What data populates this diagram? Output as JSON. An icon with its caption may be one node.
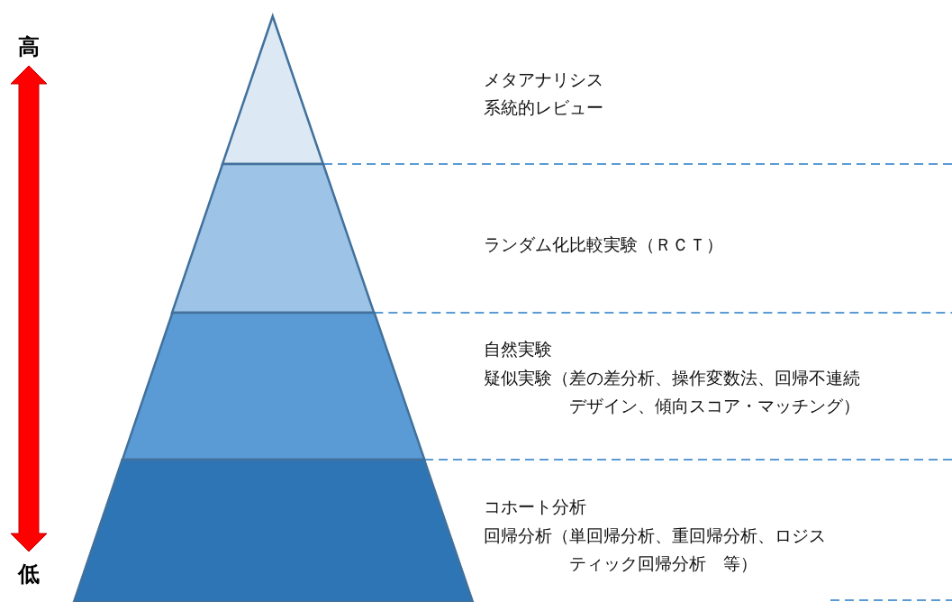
{
  "diagram": {
    "nodes": [
      {
        "text": [],
        "shape": "triangle"
      },
      {
        "text": [],
        "shape": "trapezoid"
      },
      {
        "text": [],
        "shape": "trapezoid"
      },
      {
        "text": [],
        "shape": "trapezoid"
      }
    ],
    "edges": [],
    "labels": [
      "高",
      "メタアナリシス",
      "系統的レビュー",
      "ランダム化比較実験（ＲＣＴ）",
      "自然実験",
      "疑似実験（差の差分析、操作変数法、回帰不連続デザイン、傾向スコア・マッチング）",
      "コホート分析",
      "回帰分析（単回帰分析、重回帰分析、ロジスティック回帰分析　等）",
      "低"
    ]
  }
}
